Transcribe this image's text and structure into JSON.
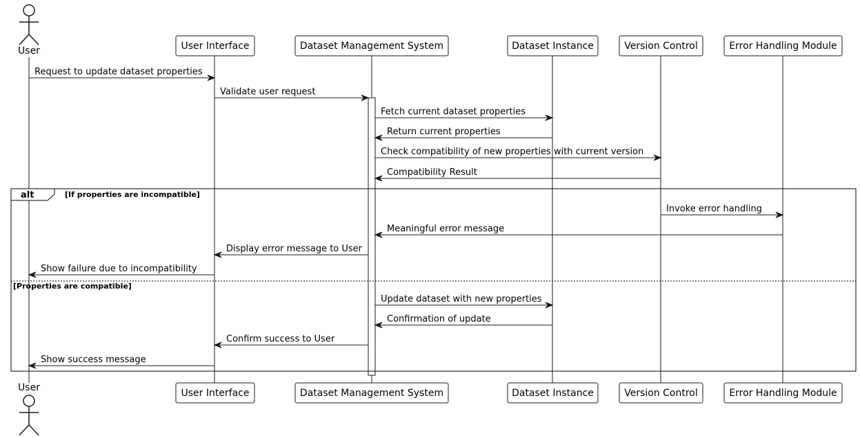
{
  "participants": [
    {
      "id": "user",
      "label": "User",
      "kind": "actor"
    },
    {
      "id": "ui",
      "label": "User Interface",
      "kind": "participant"
    },
    {
      "id": "dms",
      "label": "Dataset Management System",
      "kind": "participant"
    },
    {
      "id": "di",
      "label": "Dataset Instance",
      "kind": "participant"
    },
    {
      "id": "vc",
      "label": "Version Control",
      "kind": "participant"
    },
    {
      "id": "ehm",
      "label": "Error Handling Module",
      "kind": "participant"
    }
  ],
  "messages": [
    {
      "from": "user",
      "to": "ui",
      "label": "Request to update dataset properties"
    },
    {
      "from": "ui",
      "to": "dms",
      "label": "Validate user request"
    },
    {
      "from": "dms",
      "to": "di",
      "label": "Fetch current dataset properties"
    },
    {
      "from": "di",
      "to": "dms",
      "label": "Return current properties"
    },
    {
      "from": "dms",
      "to": "vc",
      "label": "Check compatibility of new properties with current version"
    },
    {
      "from": "vc",
      "to": "dms",
      "label": "Compatibility Result"
    },
    {
      "from": "vc",
      "to": "ehm",
      "label": "Invoke error handling"
    },
    {
      "from": "ehm",
      "to": "dms",
      "label": "Meaningful error message"
    },
    {
      "from": "dms",
      "to": "ui",
      "label": "Display error message to User"
    },
    {
      "from": "ui",
      "to": "user",
      "label": "Show failure due to incompatibility"
    },
    {
      "from": "dms",
      "to": "di",
      "label": "Update dataset with new properties"
    },
    {
      "from": "di",
      "to": "dms",
      "label": "Confirmation of update"
    },
    {
      "from": "dms",
      "to": "ui",
      "label": "Confirm success to User"
    },
    {
      "from": "ui",
      "to": "user",
      "label": "Show success message"
    }
  ],
  "fragment": {
    "operator": "alt",
    "guards": [
      "[If properties are incompatible]",
      "[Properties are compatible]"
    ]
  }
}
